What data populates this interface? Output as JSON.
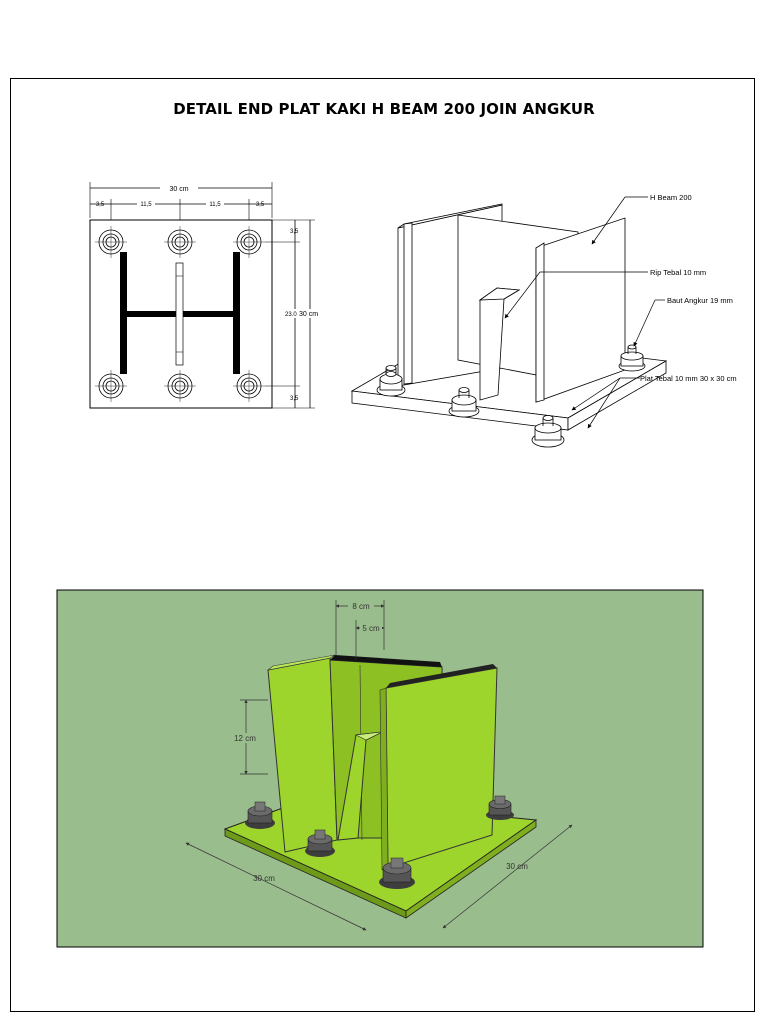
{
  "title": "DETAIL END PLAT KAKI H BEAM 200 JOIN ANGKUR",
  "plan_view": {
    "overall_width": "30 cm",
    "dim_edge_left": "3,5",
    "dim_span_1": "11,5",
    "dim_span_2": "11,5",
    "dim_edge_right": "3,5",
    "dim_edge_top": "3,5",
    "dim_inner_height": "23.0",
    "overall_height": "30 cm",
    "dim_edge_bottom": "3,5"
  },
  "isometric_labels": {
    "h_beam": "H Beam 200",
    "rib": "Rip Tebal 10 mm",
    "anchor_bolt": "Baut Angkur 19 mm",
    "plate": "Plat Tebal 10 mm 30 x 30 cm"
  },
  "render_view": {
    "dim_top_outer": "8 cm",
    "dim_top_inner": "5 cm",
    "dim_height": "12 cm",
    "dim_width_left": "30 cm",
    "dim_width_right": "30 cm",
    "colors": {
      "background": "#9abd8e",
      "steel": "#9ed52c",
      "bolt": "#4a4a4a"
    }
  }
}
